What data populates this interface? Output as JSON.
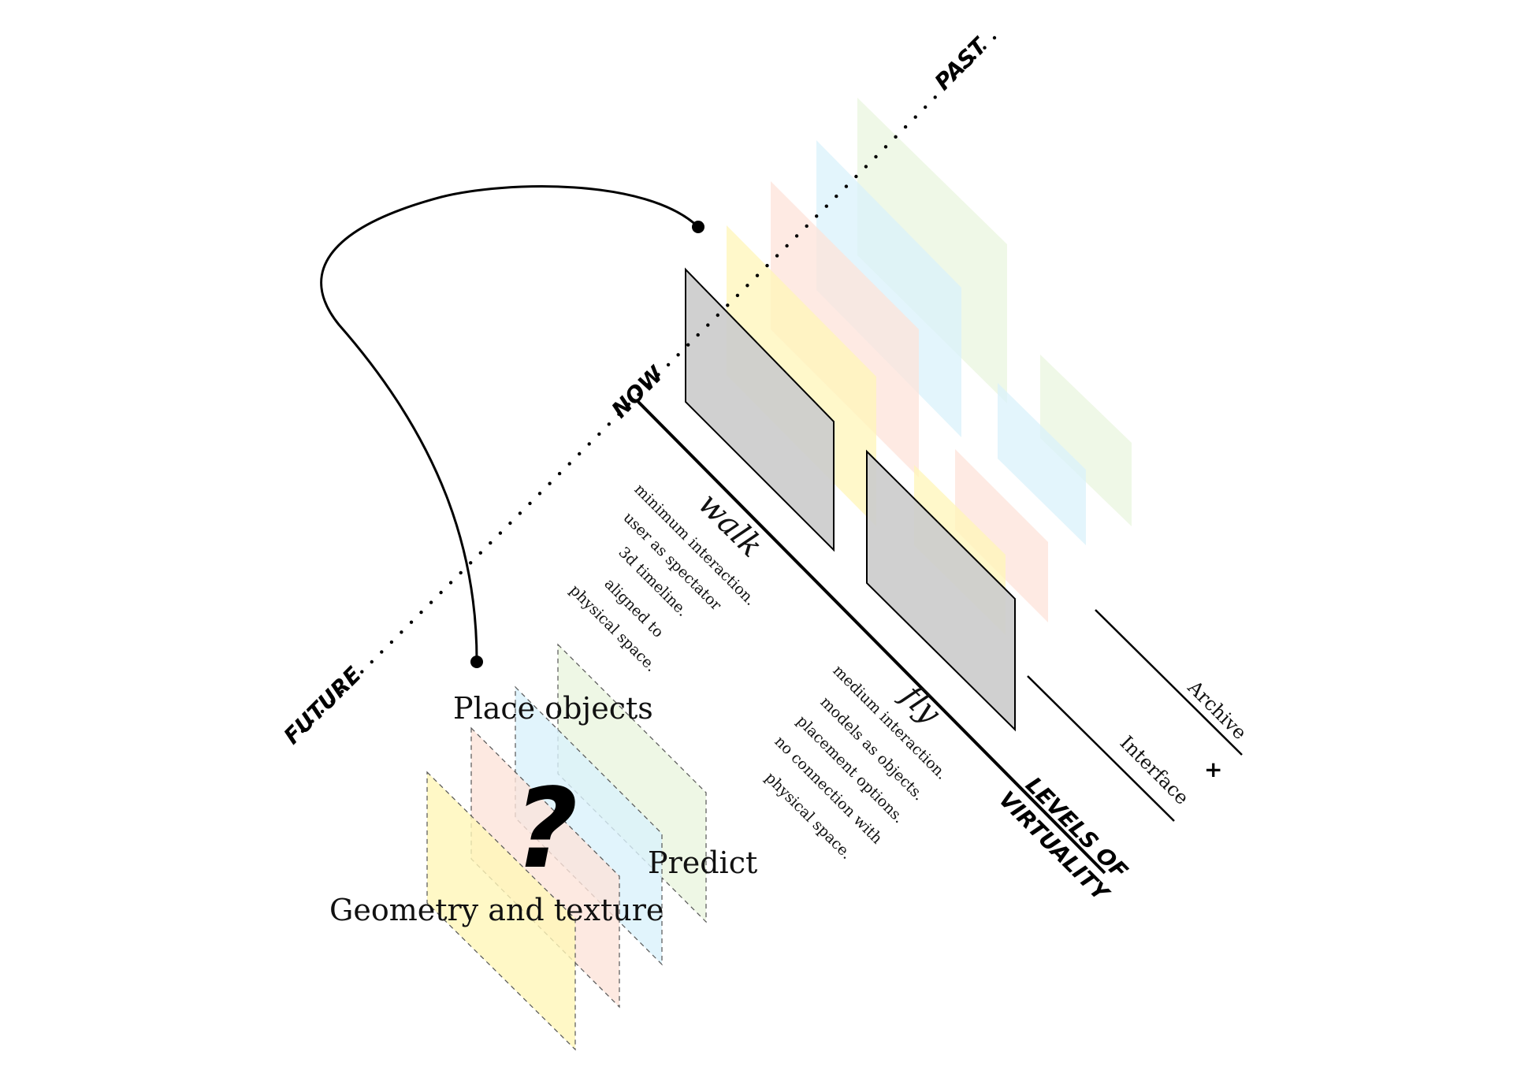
{
  "timeline": {
    "past_label": "PAST",
    "now_label": "NOW",
    "future_label": "FUTURE"
  },
  "levels": {
    "title_line1": "LEVELS OF",
    "title_line2": "VIRTUALITY",
    "walk": {
      "title": "walk",
      "lines": [
        "minimum interaction.",
        "user as spectator",
        "3d timeline.",
        "aligned to",
        "physical space."
      ]
    },
    "fly": {
      "title": "fly",
      "lines": [
        "medium interaction.",
        "models as objects.",
        "placement options.",
        "no connection with",
        "physical space."
      ]
    }
  },
  "axes": {
    "interface_label": "Interface",
    "plus_label": "+",
    "archive_label": "Archive"
  },
  "future_stack": {
    "question_mark": "?",
    "place_objects_label": "Place objects",
    "predict_label": "Predict",
    "geometry_label": "Geometry and texture"
  },
  "colors": {
    "yellow": "#fff6b8",
    "pink": "#fde3da",
    "blue": "#d9f1fb",
    "green": "#eaf5df",
    "gray_panel": "#cccccc",
    "line": "#000000"
  }
}
